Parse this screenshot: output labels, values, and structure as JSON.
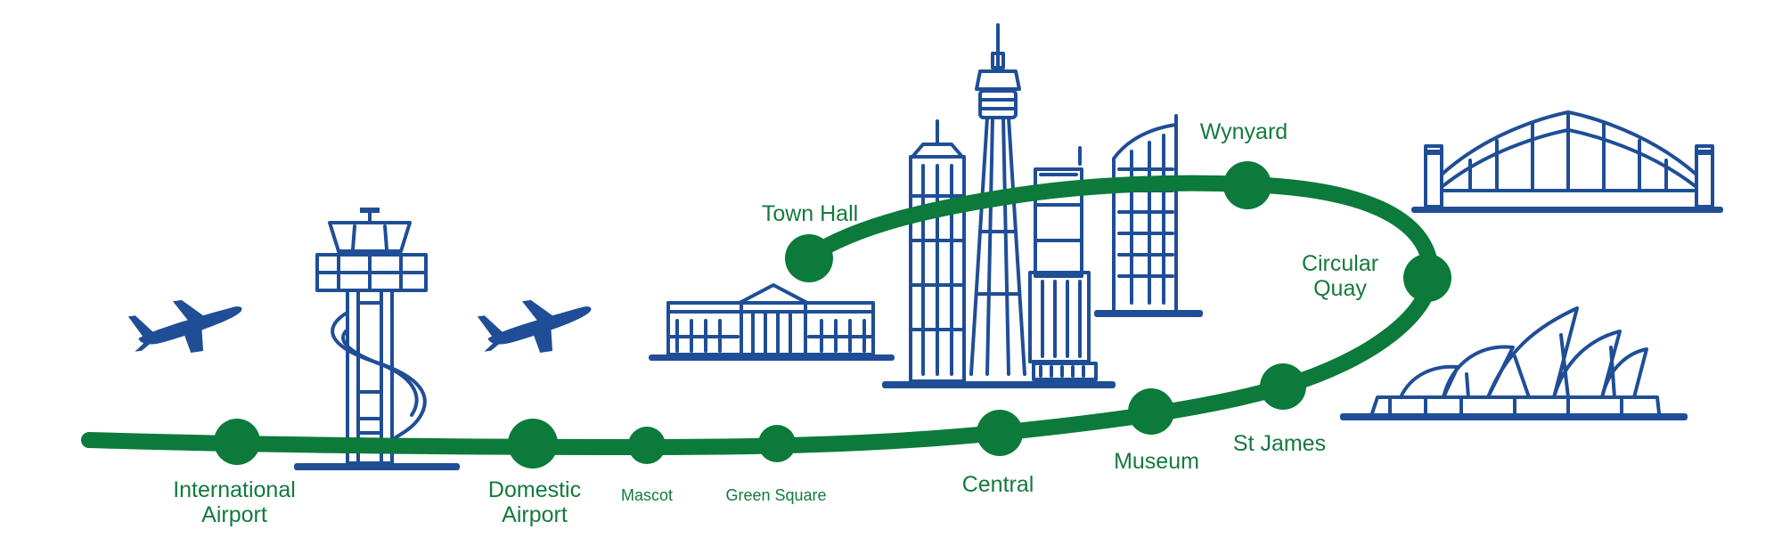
{
  "colors": {
    "line": "#0b7a3a",
    "station": "#0b7a3a",
    "label": "#137a3d",
    "landmark": "#1f4e96",
    "background": "#ffffff"
  },
  "route": {
    "name": "",
    "stations": [
      {
        "id": "international-airport",
        "lines": [
          "International",
          "Airport"
        ]
      },
      {
        "id": "domestic-airport",
        "lines": [
          "Domestic",
          "Airport"
        ]
      },
      {
        "id": "mascot",
        "lines": [
          "Mascot"
        ]
      },
      {
        "id": "green-square",
        "lines": [
          "Green Square"
        ]
      },
      {
        "id": "central",
        "lines": [
          "Central"
        ]
      },
      {
        "id": "museum",
        "lines": [
          "Museum"
        ]
      },
      {
        "id": "st-james",
        "lines": [
          "St James"
        ]
      },
      {
        "id": "circular-quay",
        "lines": [
          "Circular",
          "Quay"
        ]
      },
      {
        "id": "wynyard",
        "lines": [
          "Wynyard"
        ]
      },
      {
        "id": "town-hall",
        "lines": [
          "Town Hall"
        ]
      }
    ]
  },
  "landmarks": [
    {
      "id": "airplane-left",
      "icon": "airplane-icon"
    },
    {
      "id": "control-tower",
      "icon": "control-tower-icon"
    },
    {
      "id": "airplane-right",
      "icon": "airplane-icon"
    },
    {
      "id": "town-hall-building",
      "icon": "classical-building-icon"
    },
    {
      "id": "skyscraper-left",
      "icon": "skyscraper-icon"
    },
    {
      "id": "sydney-tower",
      "icon": "tower-icon"
    },
    {
      "id": "skyscraper-right",
      "icon": "skyscraper-icon"
    },
    {
      "id": "curved-tower",
      "icon": "curved-tower-icon"
    },
    {
      "id": "harbour-bridge",
      "icon": "arch-bridge-icon"
    },
    {
      "id": "opera-house",
      "icon": "opera-house-icon"
    }
  ]
}
